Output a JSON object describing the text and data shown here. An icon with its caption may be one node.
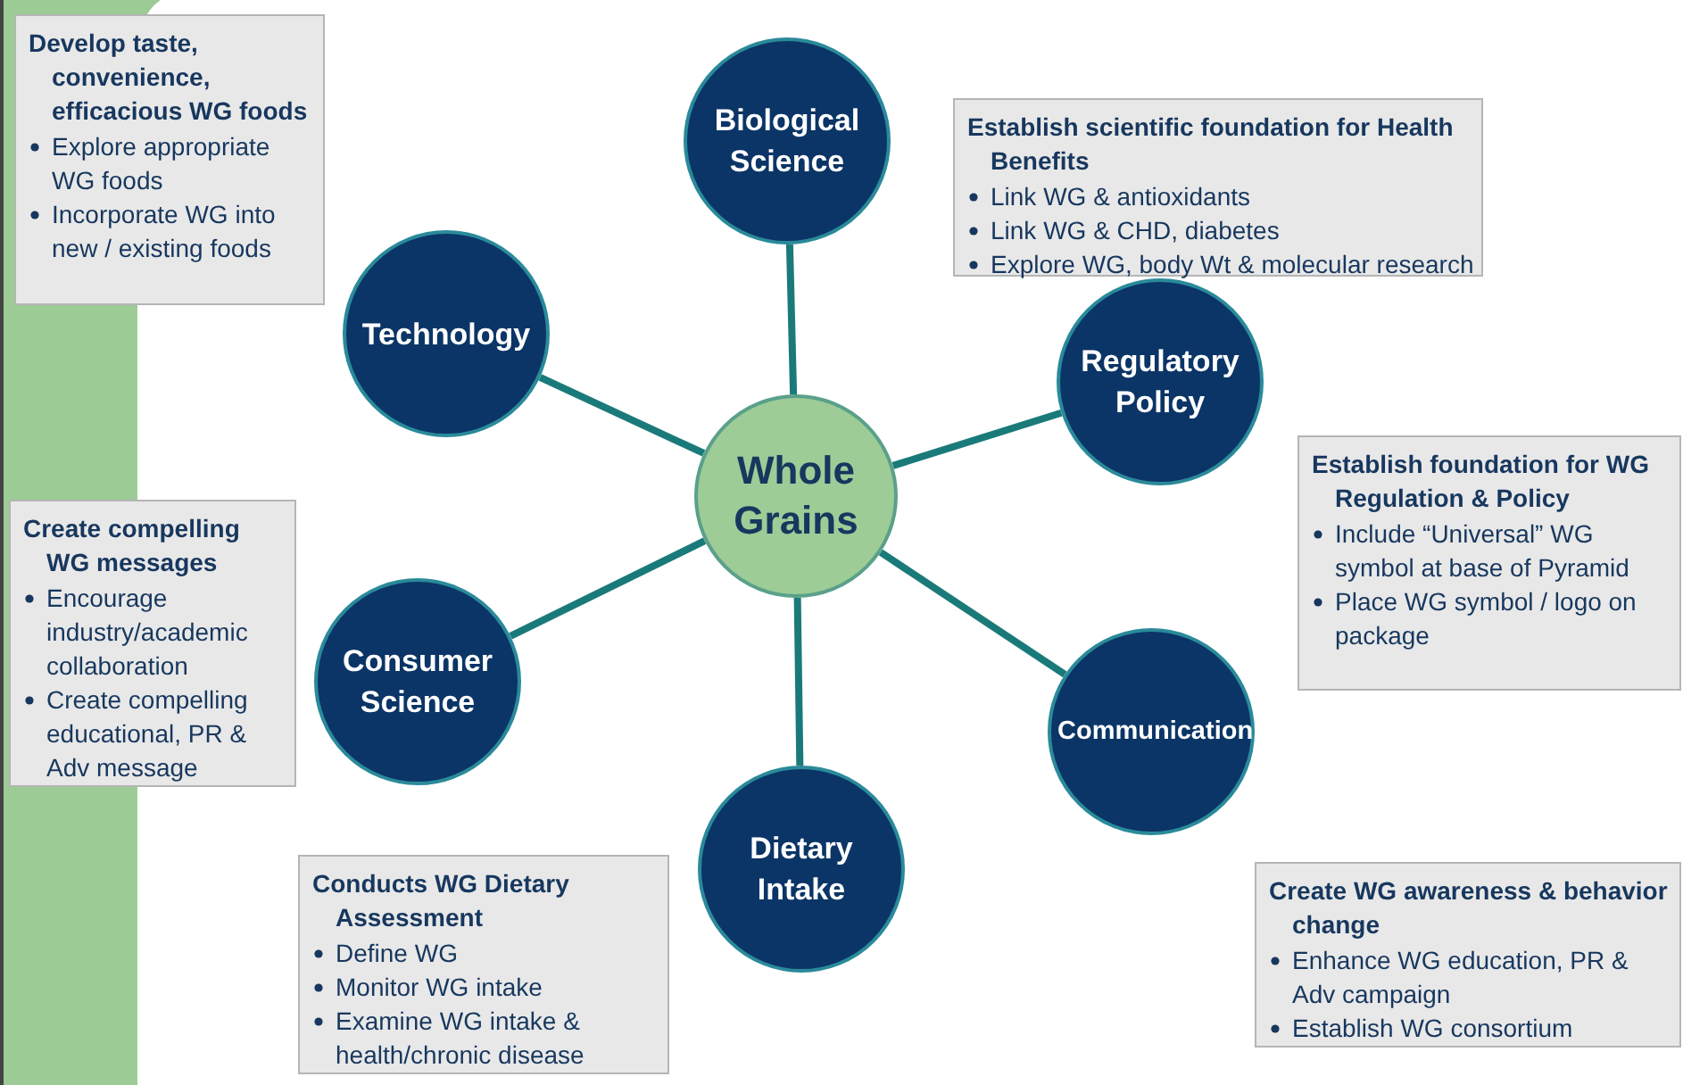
{
  "diagram": {
    "nodes": [
      {
        "text": [
          "Whole Grains"
        ]
      },
      {
        "text": [
          "Biological Science"
        ]
      },
      {
        "text": [
          "Regulatory Policy"
        ]
      },
      {
        "text": [
          "Communication"
        ]
      },
      {
        "text": [
          "Dietary Intake"
        ]
      },
      {
        "text": [
          "Consumer Science"
        ]
      },
      {
        "text": [
          "Technology"
        ]
      },
      {
        "text": [
          "Develop  taste, convenience, efficacious WG foods",
          "Explore appropriate WG foods",
          "Incorporate WG into new / existing foods"
        ]
      },
      {
        "text": [
          "Establish scientific foundation for Health Benefits",
          "Link WG & antioxidants",
          "Link WG & CHD, diabetes",
          "Explore WG, body Wt & molecular research"
        ]
      },
      {
        "text": [
          "Create compelling WG messages",
          "Encourage industry/academic collaboration",
          "Create compelling educational, PR & Adv message"
        ]
      },
      {
        "text": [
          "Establish foundation for WG Regulation & Policy",
          "Include “Universal” WG symbol at base of Pyramid",
          "Place WG symbol / logo on package"
        ]
      },
      {
        "text": [
          "Conducts WG Dietary Assessment",
          "Define WG",
          "Monitor WG intake",
          "Examine WG intake & health/chronic disease"
        ]
      },
      {
        "text": [
          "Create WG awareness & behavior change",
          "Enhance WG education, PR & Adv campaign",
          "Establish WG consortium"
        ]
      }
    ],
    "edges": [
      {
        "from": 0,
        "to": 1,
        "arrow": "none"
      },
      {
        "from": 0,
        "to": 2,
        "arrow": "none"
      },
      {
        "from": 0,
        "to": 3,
        "arrow": "none"
      },
      {
        "from": 0,
        "to": 4,
        "arrow": "none"
      },
      {
        "from": 0,
        "to": 5,
        "arrow": "none"
      },
      {
        "from": 0,
        "to": 6,
        "arrow": "none"
      }
    ]
  }
}
